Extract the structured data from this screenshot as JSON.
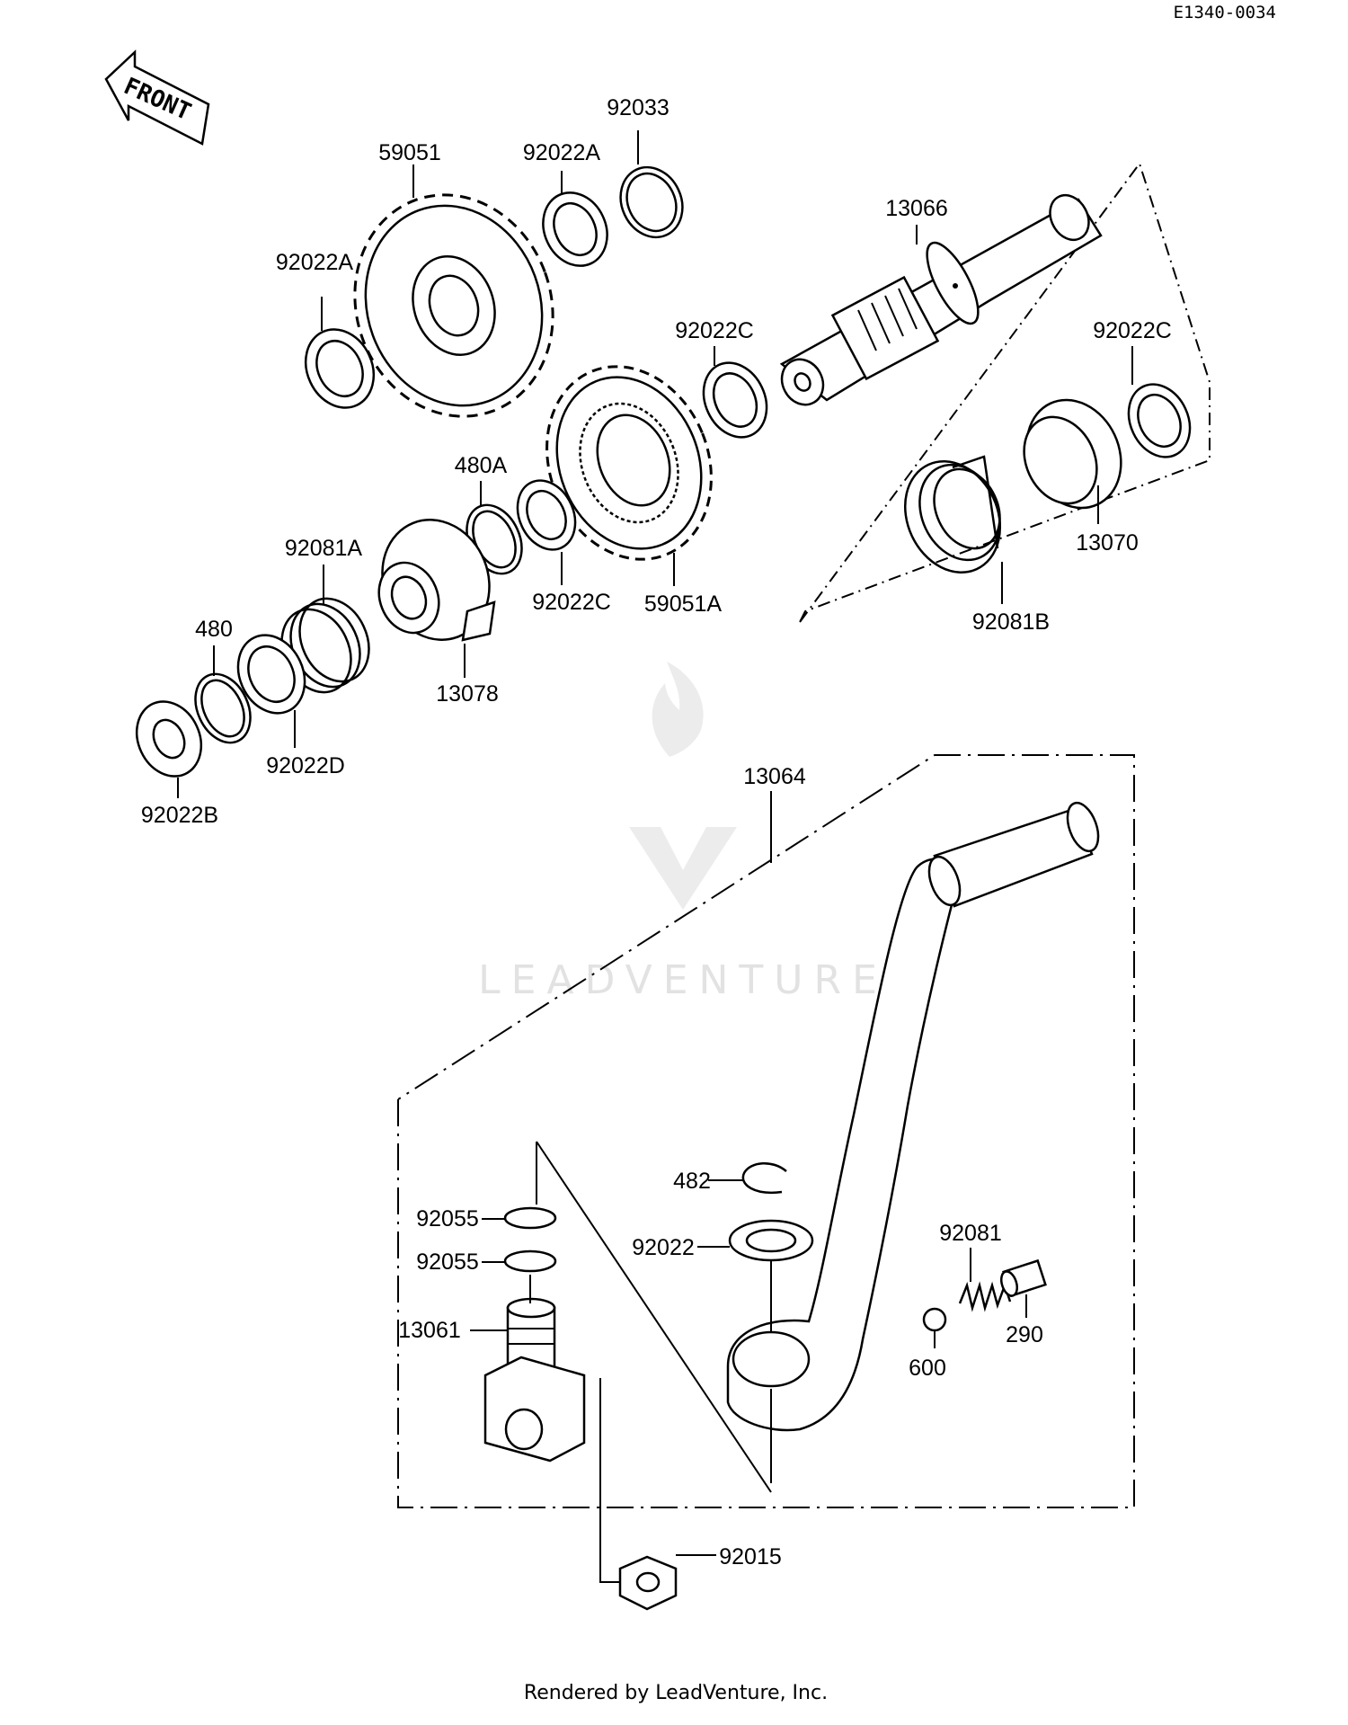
{
  "reference_code": "E1340-0034",
  "front_label": "FRONT",
  "watermark": "LEADVENTURE",
  "footer": "Rendered by LeadVenture, Inc.",
  "parts": [
    {
      "id": "p_92033",
      "number": "92033"
    },
    {
      "id": "p_59051",
      "number": "59051"
    },
    {
      "id": "p_92022A_1",
      "number": "92022A"
    },
    {
      "id": "p_13066",
      "number": "13066"
    },
    {
      "id": "p_92022A_2",
      "number": "92022A"
    },
    {
      "id": "p_92022C_1",
      "number": "92022C"
    },
    {
      "id": "p_92022C_2",
      "number": "92022C"
    },
    {
      "id": "p_480A",
      "number": "480A"
    },
    {
      "id": "p_13070",
      "number": "13070"
    },
    {
      "id": "p_92081A",
      "number": "92081A"
    },
    {
      "id": "p_92022C_3",
      "number": "92022C"
    },
    {
      "id": "p_59051A",
      "number": "59051A"
    },
    {
      "id": "p_92081B",
      "number": "92081B"
    },
    {
      "id": "p_480",
      "number": "480"
    },
    {
      "id": "p_13078",
      "number": "13078"
    },
    {
      "id": "p_92022D",
      "number": "92022D"
    },
    {
      "id": "p_92022B",
      "number": "92022B"
    },
    {
      "id": "p_13064",
      "number": "13064"
    },
    {
      "id": "p_482",
      "number": "482"
    },
    {
      "id": "p_92055_1",
      "number": "92055"
    },
    {
      "id": "p_92022",
      "number": "92022"
    },
    {
      "id": "p_92081",
      "number": "92081"
    },
    {
      "id": "p_92055_2",
      "number": "92055"
    },
    {
      "id": "p_290",
      "number": "290"
    },
    {
      "id": "p_13061",
      "number": "13061"
    },
    {
      "id": "p_600",
      "number": "600"
    },
    {
      "id": "p_92015",
      "number": "92015"
    }
  ]
}
